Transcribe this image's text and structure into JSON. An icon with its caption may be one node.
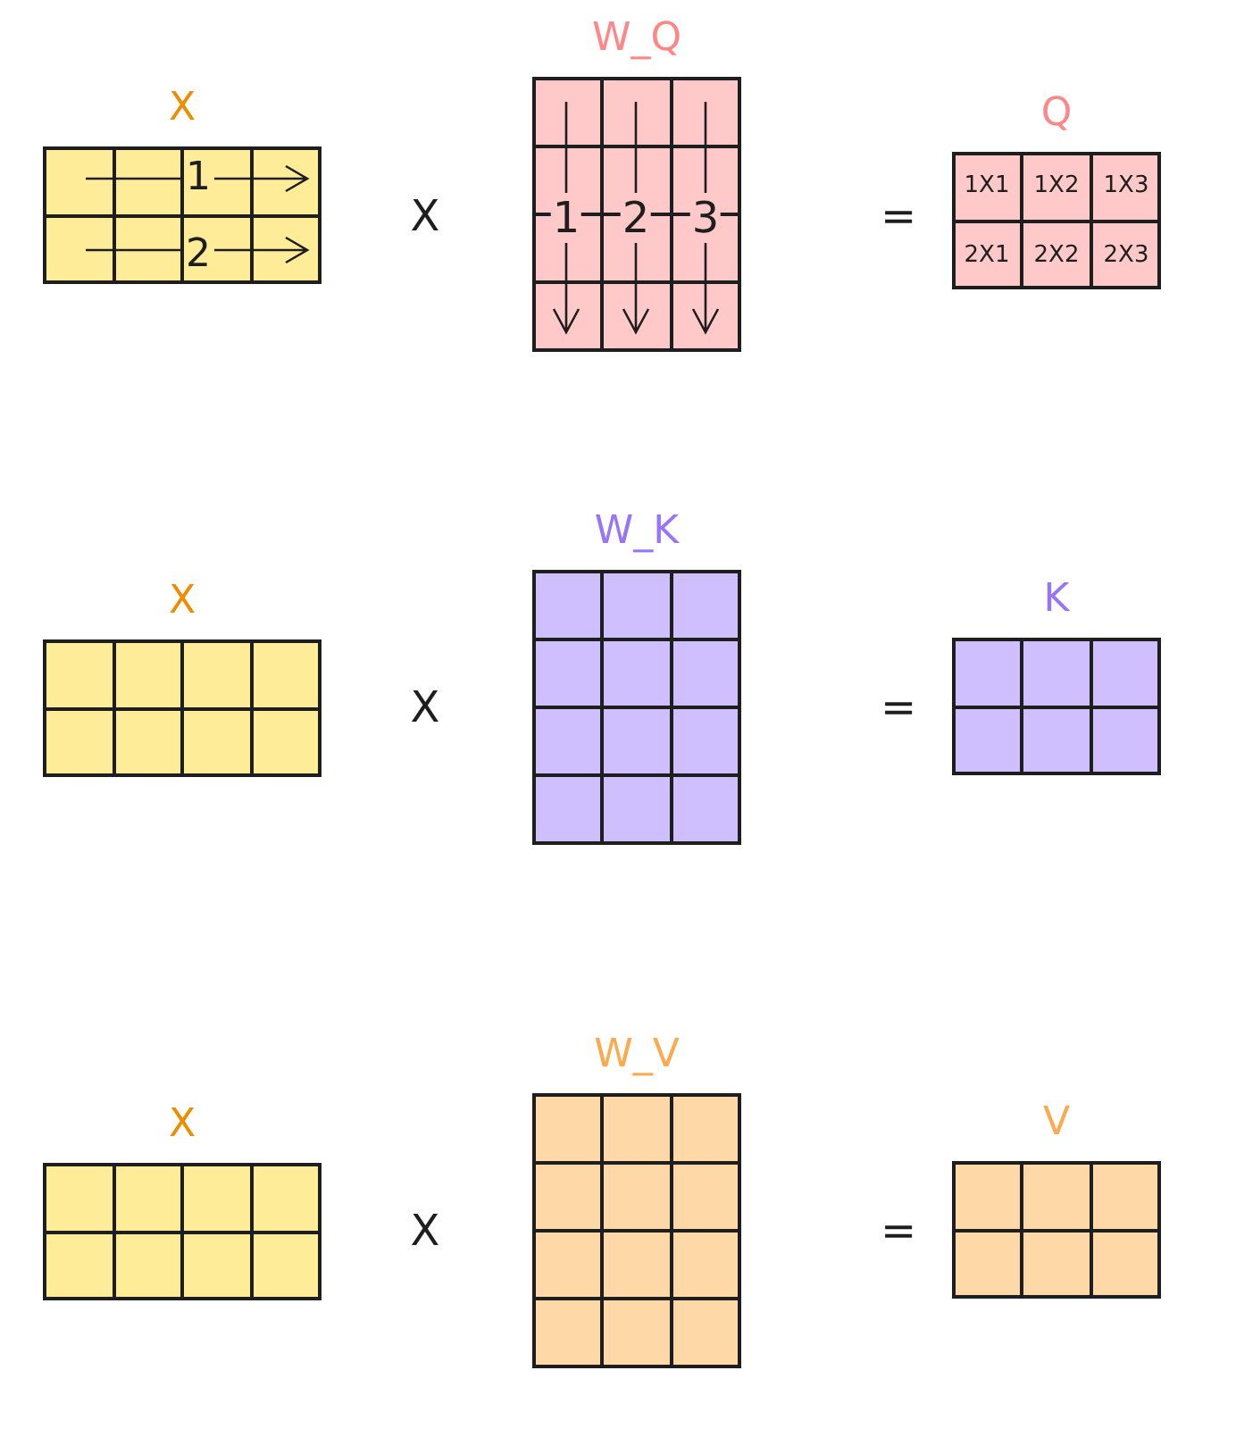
{
  "diagram": {
    "nodes": [
      {
        "text": [
          "X"
        ]
      },
      {
        "text": [
          "W_Q"
        ]
      },
      {
        "text": [
          "Q"
        ]
      },
      {
        "text": [
          "X"
        ]
      },
      {
        "text": [
          "W_K"
        ]
      },
      {
        "text": [
          "K"
        ]
      },
      {
        "text": [
          "X"
        ]
      },
      {
        "text": [
          "W_V"
        ]
      },
      {
        "text": [
          "V"
        ]
      }
    ],
    "labels": [
      "1",
      "2",
      "X",
      "1",
      "2",
      "3",
      "=",
      "1X1",
      "1X2",
      "1X3",
      "2X1",
      "2X2",
      "2X3",
      "X",
      "=",
      "X",
      "="
    ]
  }
}
